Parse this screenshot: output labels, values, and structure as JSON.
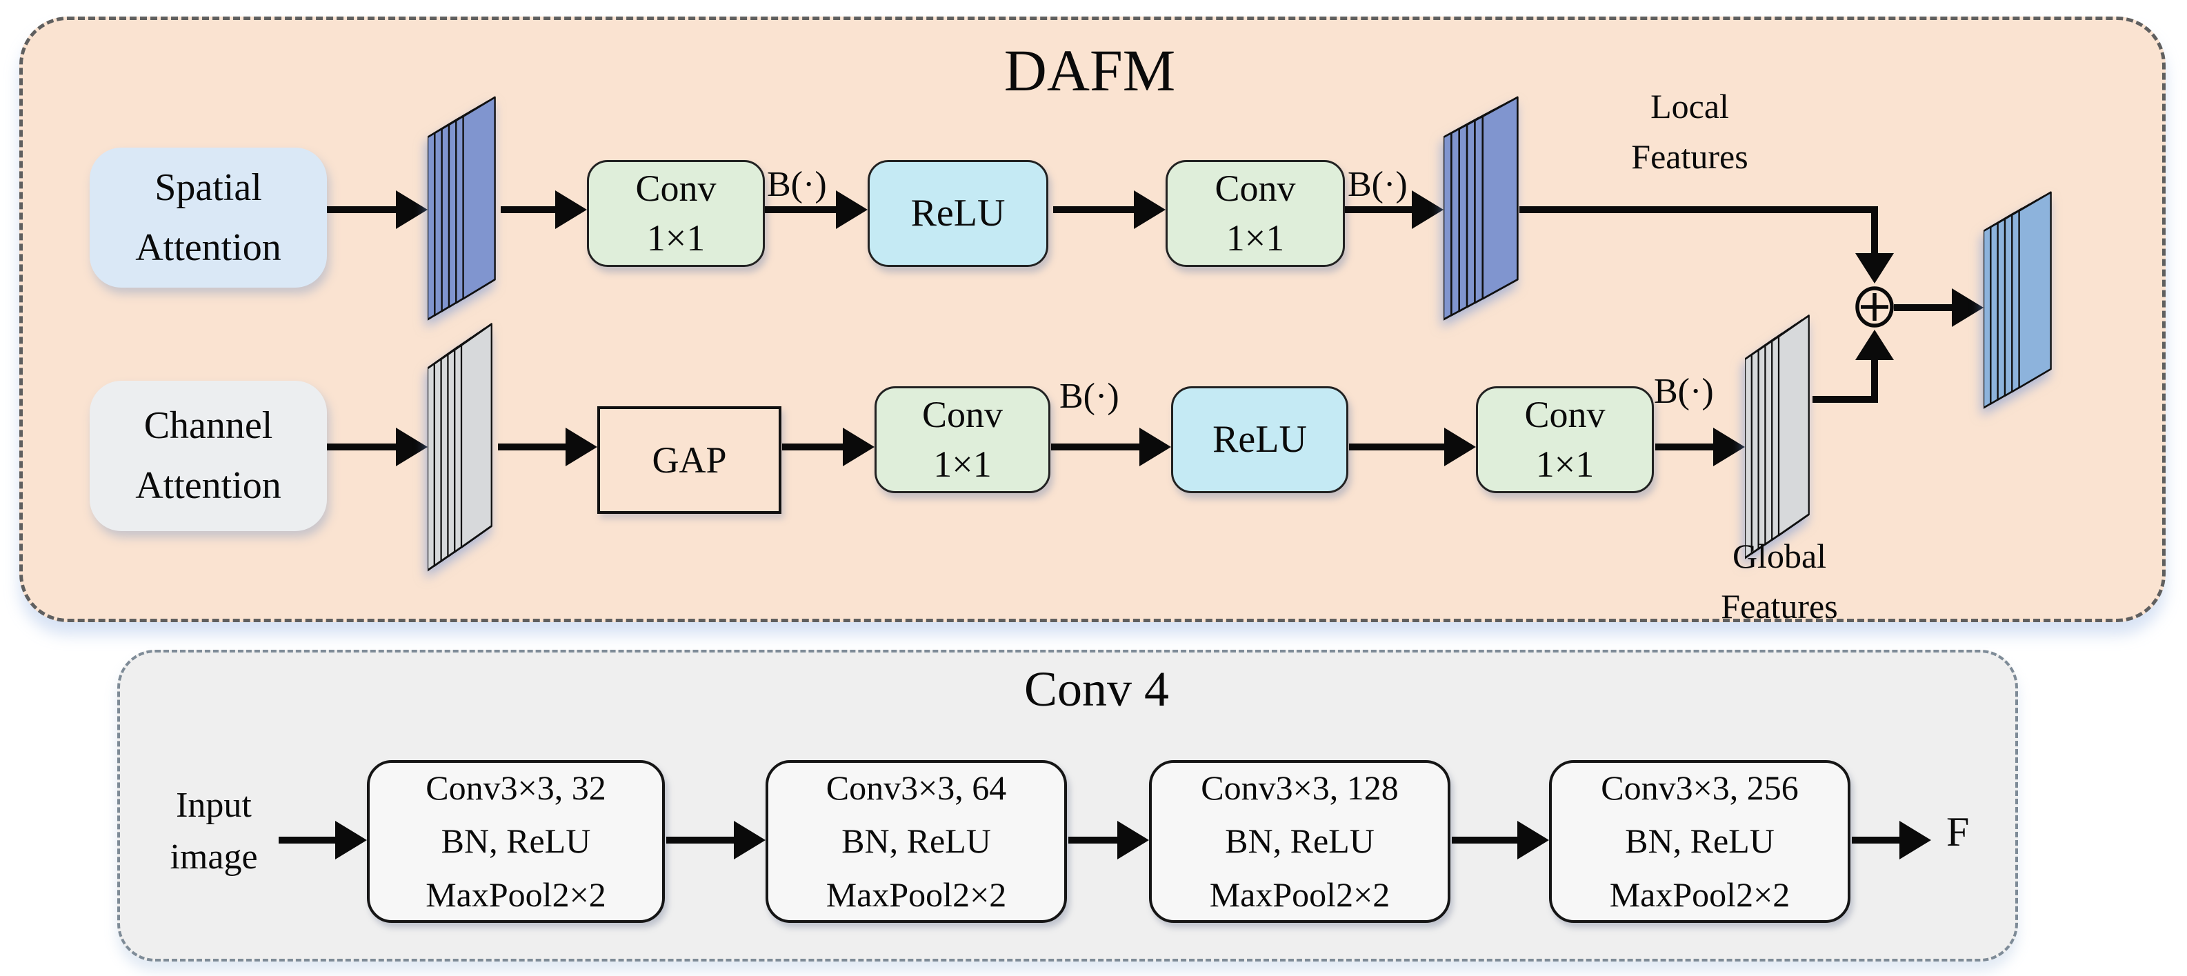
{
  "dafm": {
    "title": "DAFM",
    "spatial_attention": {
      "line1": "Spatial",
      "line2": "Attention"
    },
    "channel_attention": {
      "line1": "Channel",
      "line2": "Attention"
    },
    "local_branch": {
      "conv_a": {
        "line1": "Conv",
        "line2": "1×1"
      },
      "bn_a": "B(·)",
      "relu": "ReLU",
      "conv_b": {
        "line1": "Conv",
        "line2": "1×1"
      },
      "bn_b": "B(·)",
      "label": {
        "line1": "Local",
        "line2": "Features"
      }
    },
    "global_branch": {
      "gap": "GAP",
      "conv_a": {
        "line1": "Conv",
        "line2": "1×1"
      },
      "bn_a": "B(·)",
      "relu": "ReLU",
      "conv_b": {
        "line1": "Conv",
        "line2": "1×1"
      },
      "bn_b": "B(·)",
      "label": {
        "line1": "Global",
        "line2": "Features"
      }
    },
    "fusion_symbol": "⊕"
  },
  "conv4": {
    "title": "Conv 4",
    "input_label": {
      "line1": "Input",
      "line2": "image"
    },
    "blocks": [
      {
        "line1": "Conv3×3, 32",
        "line2": "BN, ReLU",
        "line3": "MaxPool2×2"
      },
      {
        "line1": "Conv3×3, 64",
        "line2": "BN, ReLU",
        "line3": "MaxPool2×2"
      },
      {
        "line1": "Conv3×3, 128",
        "line2": "BN, ReLU",
        "line3": "MaxPool2×2"
      },
      {
        "line1": "Conv3×3, 256",
        "line2": "BN, ReLU",
        "line3": "MaxPool2×2"
      }
    ],
    "output_label": "F"
  },
  "colors": {
    "dafm_panel_bg": "#FAE3D1",
    "conv4_panel_bg": "#EFEFEF",
    "spatial_box_bg": "#DAE8F6",
    "channel_box_bg": "#ECEEF0",
    "conv_box_bg": "#DFEEDA",
    "relu_box_bg": "#C5EAF4",
    "block_box_bg": "#F7F7F7",
    "blue_stack": "#8095CF",
    "output_stack": "#8DB3DC",
    "gray_stack": "#D7D9DB",
    "arrow": "#0A0A0A"
  }
}
